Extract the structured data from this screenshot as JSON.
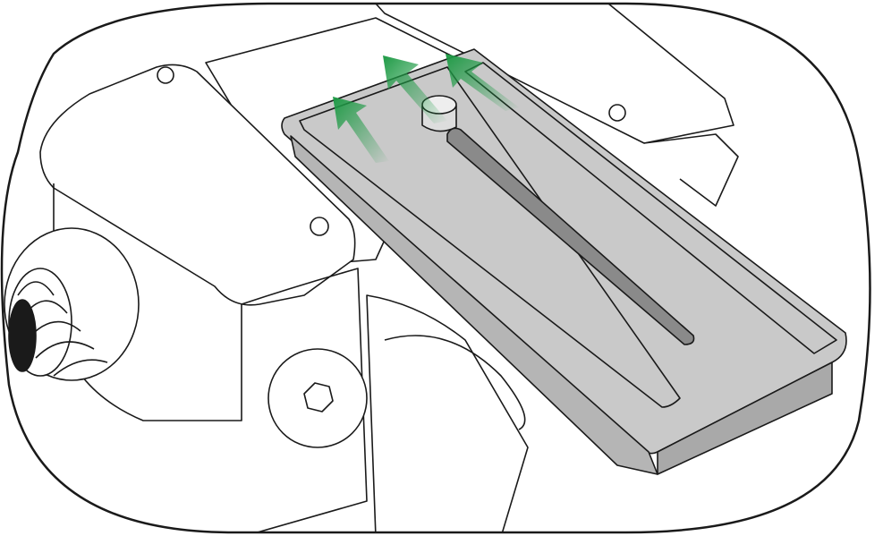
{
  "colors": {
    "background": "#ffffff",
    "line": "#1a1a1a",
    "plate_fill": "#c9c9c9",
    "arrow": "#1e9a45"
  },
  "illustration": {
    "arrow_count": 3,
    "icons": [
      "quick-release-plate",
      "mounting-clamp",
      "locking-knob",
      "direction-arrow-icon"
    ]
  }
}
